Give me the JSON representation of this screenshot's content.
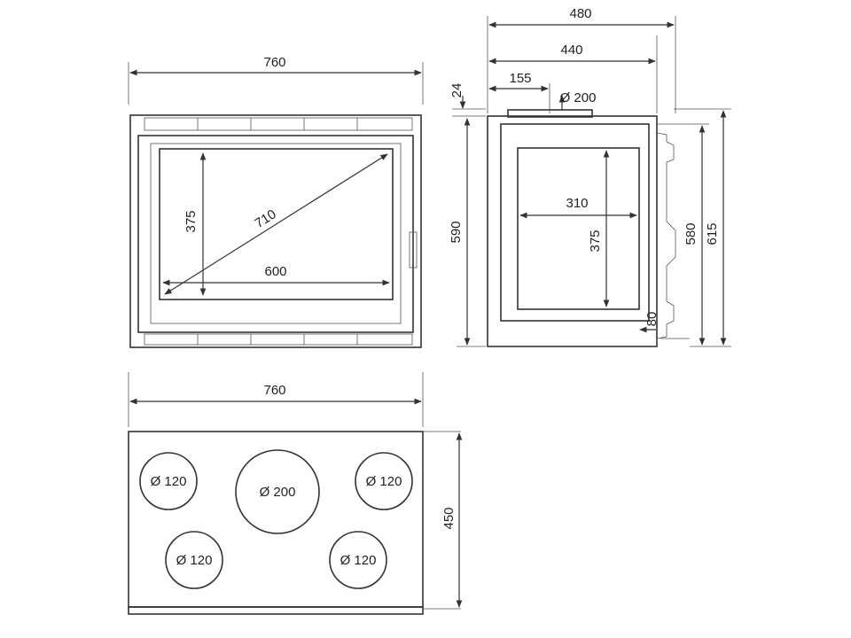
{
  "front_view": {
    "width_label": "760",
    "glass_height_label": "375",
    "glass_diagonal_label": "710",
    "glass_width_label": "600"
  },
  "side_view": {
    "depth_total_label": "480",
    "depth_body_label": "440",
    "flue_offset_label": "155",
    "flue_diameter_label": "Ø 200",
    "top_offset_label": "24",
    "height_label": "590",
    "glass_width_label": "310",
    "glass_height_label": "375",
    "bottom_offset_label": "80",
    "door_height_label": "580",
    "total_height_label": "615"
  },
  "top_view": {
    "width_label": "760",
    "depth_label": "450",
    "outlets": [
      {
        "label": "Ø 120"
      },
      {
        "label": "Ø 200"
      },
      {
        "label": "Ø 120"
      },
      {
        "label": "Ø 120"
      },
      {
        "label": "Ø 120"
      }
    ]
  }
}
